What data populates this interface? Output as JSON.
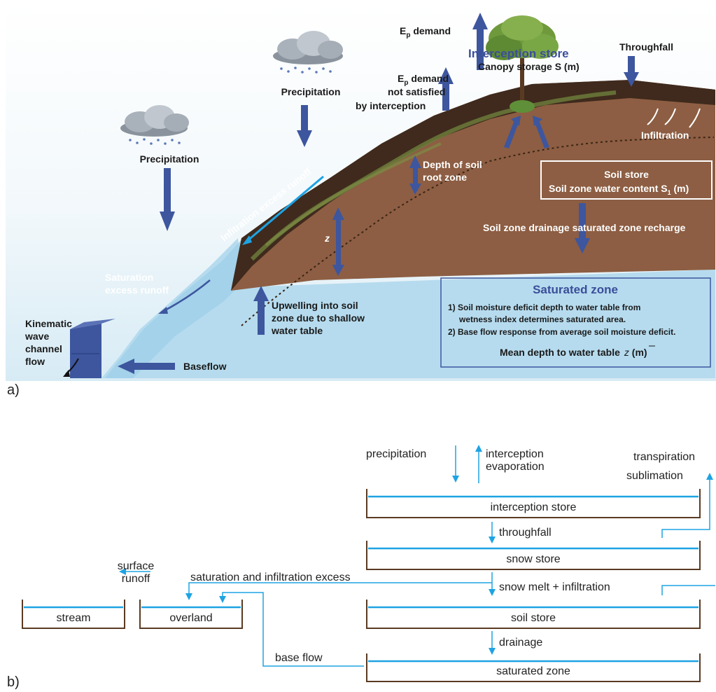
{
  "panel_a": {
    "label": "a)",
    "precip_left": "Precipitation",
    "precip_center": "Precipitation",
    "ep_demand": "E",
    "ep_sub": "p",
    "ep_demand_rest": " demand",
    "ep_not_1": "E",
    "ep_not_1_sub": "p",
    "ep_not_1_rest": " demand",
    "ep_not_2": "not satisfied",
    "ep_not_3": "by interception",
    "interception_title": "Interception store",
    "canopy": "Canopy storage S (m)",
    "throughfall": "Throughfall",
    "infiltration": "Infiltration",
    "infiltration_excess": "Infitration excess runoff",
    "depth_root_1": "Depth of soil",
    "depth_root_2": "root zone",
    "z_label": "z",
    "soil_store_title": "Soil store",
    "soil_store_sub": "Soil zone water content S",
    "soil_store_sub_idx": "1",
    "soil_store_unit": " (m)",
    "drainage": "Soil zone drainage saturated zone recharge",
    "sat_excess_1": "Saturation",
    "sat_excess_2": "excess runoff",
    "kinematic_1": "Kinematic",
    "kinematic_2": "wave",
    "kinematic_3": "channel",
    "kinematic_4": "flow",
    "upwelling_1": "Upwelling into soil",
    "upwelling_2": "zone due to shallow",
    "upwelling_3": "water table",
    "baseflow": "Baseflow",
    "sat_zone_title": "Saturated zone",
    "sat_1a": "1) Soil moisture deficit depth to water table from",
    "sat_1b": "wetness index determines saturated area.",
    "sat_2": "2) Base flow response from average soil moisture deficit.",
    "mean_depth": "Mean depth to water table",
    "mean_depth_sym": "z",
    "mean_depth_unit": " (m)"
  },
  "panel_b": {
    "label": "b)",
    "precipitation": "precipitation",
    "interception_evap_1": "interception",
    "interception_evap_2": "evaporation",
    "transpiration": "transpiration",
    "sublimation": "sublimation",
    "interception_store": "interception store",
    "throughfall": "throughfall",
    "snow_store": "snow store",
    "surface_runoff_1": "surface",
    "surface_runoff_2": "runoff",
    "sat_inf_excess": "saturation and infiltration excess",
    "snow_melt": "snow melt + infiltration",
    "stream": "stream",
    "overland": "overland",
    "soil_store": "soil store",
    "drainage": "drainage",
    "base_flow": "base flow",
    "saturated_zone": "saturated zone"
  },
  "colors": {
    "sky_blue": "#b6dbee",
    "soil": "#8d5e43",
    "dark_soil": "#3f2a1d",
    "arrow_blue": "#3d569e",
    "flow_cyan": "#1ea3e3",
    "box_brown": "#5a3a22"
  }
}
